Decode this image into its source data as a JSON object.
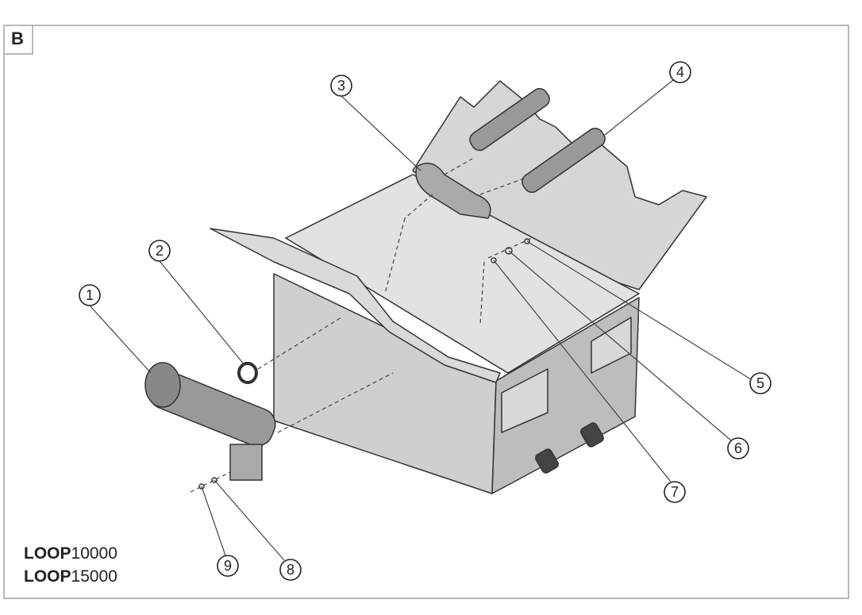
{
  "figure_label": "B",
  "models": [
    {
      "prefix": "LOOP",
      "number": "10000"
    },
    {
      "prefix": "LOOP",
      "number": "15000"
    }
  ],
  "callouts": [
    "1",
    "2",
    "3",
    "4",
    "5",
    "6",
    "7",
    "8",
    "9"
  ]
}
